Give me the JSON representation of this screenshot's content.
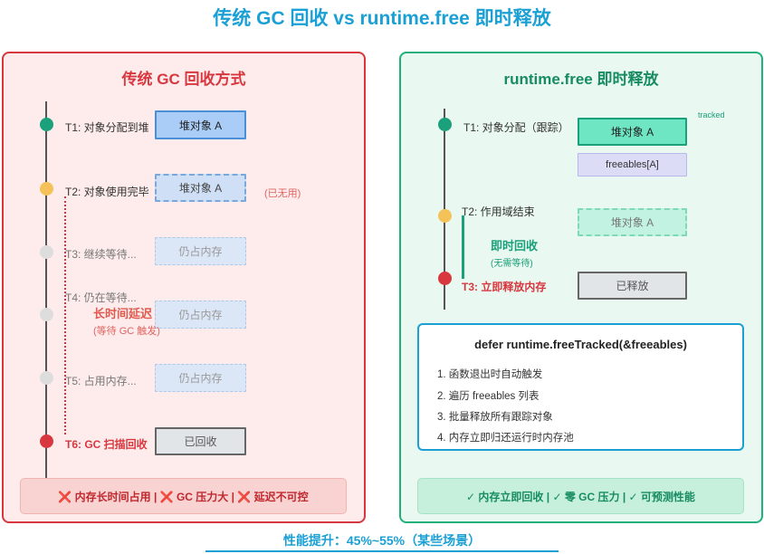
{
  "title": "传统 GC 回收 vs runtime.free 即时释放",
  "left": {
    "title": "传统 GC 回收方式",
    "steps": [
      "T1: 对象分配到堆",
      "T2: 对象使用完毕",
      "T3: 继续等待...",
      "T4: 仍在等待...",
      "T5: 占用内存...",
      "T6: GC 扫描回收"
    ],
    "boxes": [
      "堆对象 A",
      "堆对象 A",
      "仍占内存",
      "仍占内存",
      "仍占内存",
      "已回收"
    ],
    "unused_note": "(已无用)",
    "delay_label": "长时间延迟",
    "delay_sub": "(等待 GC 触发)",
    "footer": "❌ 内存长时间占用 | ❌ GC 压力大 | ❌ 延迟不可控"
  },
  "right": {
    "title": "runtime.free 即时释放",
    "steps": [
      "T1: 对象分配（跟踪）",
      "T2: 作用域结束",
      "T3: 立即释放内存"
    ],
    "tracked_label": "tracked",
    "boxes": [
      "堆对象 A",
      "freeables[A]",
      "堆对象 A",
      "已释放"
    ],
    "instant_label": "即时回收",
    "instant_sub": "(无需等待)",
    "defer": {
      "title": "defer runtime.freeTracked(&freeables)",
      "items": [
        "1. 函数退出时自动触发",
        "2. 遍历 freeables 列表",
        "3. 批量释放所有跟踪对象",
        "4. 内存立即归还运行时内存池"
      ]
    },
    "footer": "✓ 内存立即回收 | ✓ 零 GC 压力 | ✓ 可预测性能"
  },
  "bottom": "性能提升：45%~55%（某些场景）",
  "colors": {
    "accent_blue": "#1aa0d4",
    "red": "#d8373f",
    "green": "#22b07a",
    "dot_teal": "#1aa07a",
    "dot_yellow": "#f5c25a",
    "dot_gray": "#dddddd",
    "dot_red": "#d8373f"
  }
}
